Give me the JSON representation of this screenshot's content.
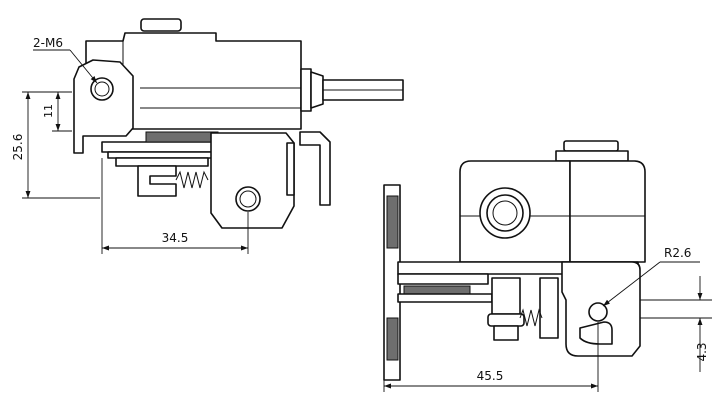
{
  "labels": {
    "thread_callout": "2-M6",
    "dim_height_left": "25.6",
    "dim_hole_offset": "11",
    "dim_width_left": "34.5",
    "radius_callout": "R2.6",
    "dim_width_right": "45.5",
    "dim_slot_height": "4.3"
  }
}
